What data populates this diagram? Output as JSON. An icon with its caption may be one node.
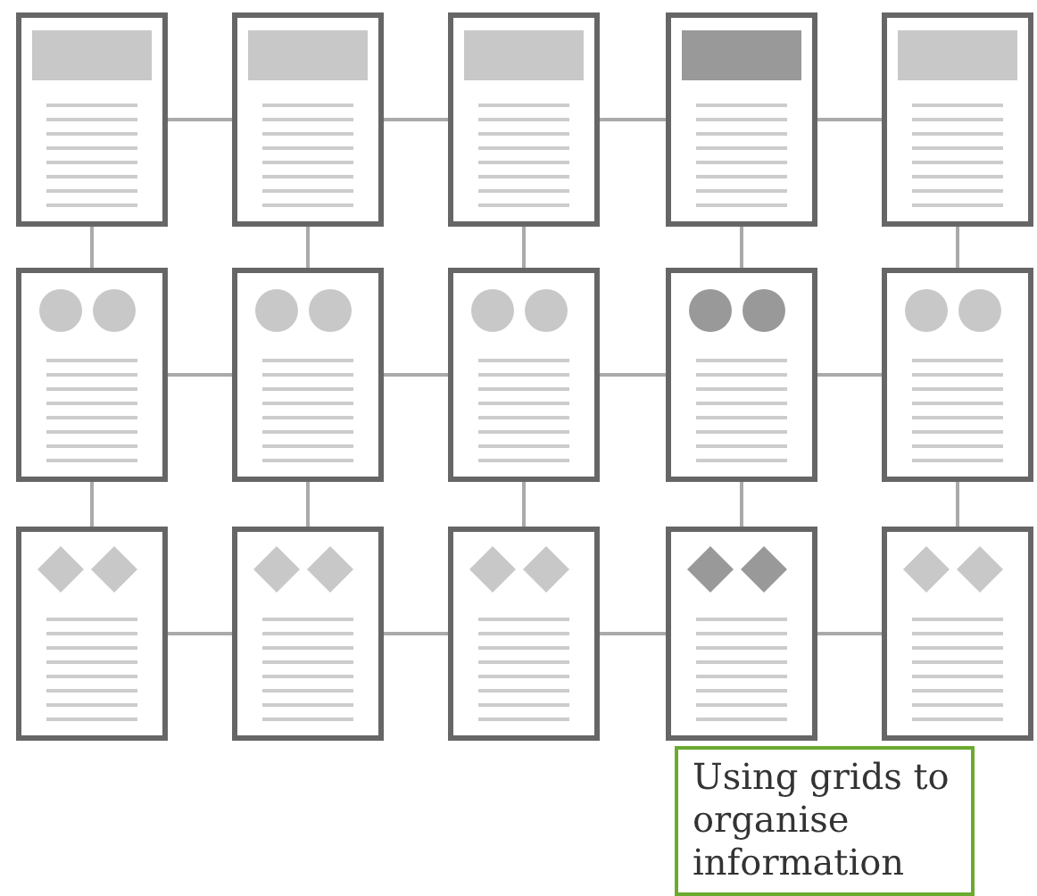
{
  "diagram": {
    "nodes": [
      {
        "text": [],
        "shape": "box"
      },
      {
        "text": [],
        "shape": "box"
      },
      {
        "text": [],
        "shape": "box"
      },
      {
        "text": [],
        "shape": "box"
      },
      {
        "text": [],
        "shape": "box"
      },
      {
        "text": [],
        "shape": "box"
      },
      {
        "text": [],
        "shape": "box"
      },
      {
        "text": [],
        "shape": "box"
      },
      {
        "text": [],
        "shape": "box"
      },
      {
        "text": [],
        "shape": "box"
      },
      {
        "text": [],
        "shape": "box"
      },
      {
        "text": [],
        "shape": "box"
      },
      {
        "text": [],
        "shape": "box"
      },
      {
        "text": [],
        "shape": "box"
      },
      {
        "text": [],
        "shape": "box"
      },
      {
        "text": [
          "Using grids to organise information"
        ]
      }
    ],
    "edges": [
      {
        "from": 0,
        "to": 1,
        "arrow": "none"
      },
      {
        "from": 1,
        "to": 2,
        "arrow": "none"
      },
      {
        "from": 2,
        "to": 3,
        "arrow": "none"
      },
      {
        "from": 3,
        "to": 4,
        "arrow": "none"
      },
      {
        "from": 0,
        "to": 5,
        "arrow": "none"
      },
      {
        "from": 1,
        "to": 6,
        "arrow": "none"
      },
      {
        "from": 2,
        "to": 7,
        "arrow": "none"
      },
      {
        "from": 3,
        "to": 8,
        "arrow": "none"
      },
      {
        "from": 4,
        "to": 9,
        "arrow": "none"
      },
      {
        "from": 5,
        "to": 6,
        "arrow": "none"
      },
      {
        "from": 6,
        "to": 7,
        "arrow": "none"
      },
      {
        "from": 7,
        "to": 8,
        "arrow": "none"
      },
      {
        "from": 8,
        "to": 9,
        "arrow": "none"
      },
      {
        "from": 5,
        "to": 10,
        "arrow": "none"
      },
      {
        "from": 6,
        "to": 11,
        "arrow": "none"
      },
      {
        "from": 7,
        "to": 12,
        "arrow": "none"
      },
      {
        "from": 8,
        "to": 13,
        "arrow": "none"
      },
      {
        "from": 9,
        "to": 14,
        "arrow": "none"
      },
      {
        "from": 10,
        "to": 11,
        "arrow": "none"
      },
      {
        "from": 11,
        "to": 12,
        "arrow": "none"
      },
      {
        "from": 12,
        "to": 13,
        "arrow": "none"
      },
      {
        "from": 13,
        "to": 14,
        "arrow": "none"
      }
    ]
  }
}
